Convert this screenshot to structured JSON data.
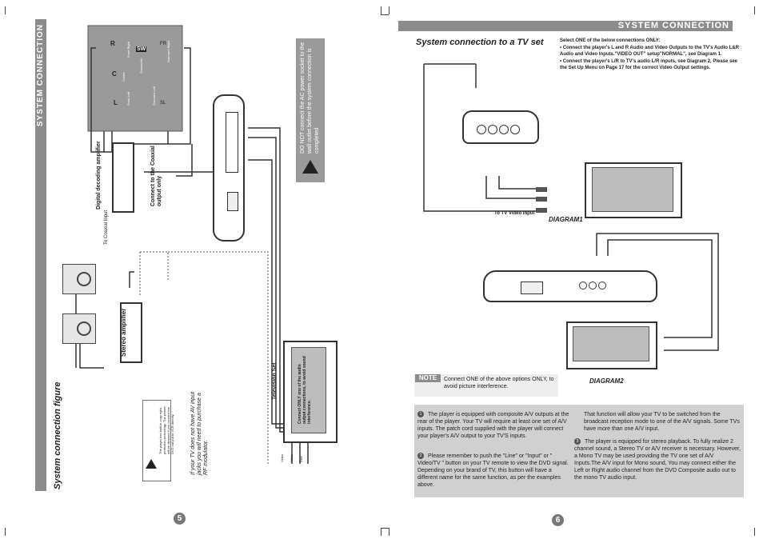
{
  "left_page": {
    "header": "SYSTEM CONNECTION",
    "figure_title": "System connection figure",
    "digital_amp_label": "Digital decoding amplifier",
    "coaxial_input_label": "To  Coaxial  Input",
    "coaxial_note": "Connect to the Coaxial output only",
    "stereo_amp_label": "Stereo amplifier",
    "tv_label": "Television Set",
    "tv_screen_text": "Connect ONLY one of the audio output connections, to avoid sound interference.",
    "tv_inputs": [
      "Video",
      "White",
      "Red"
    ],
    "ac_warning": "DO NOT connect the AC power socket to the wall outlet before the system connection is completed",
    "copy_protect_note": "The player has built-in copy right protection technology. The picture will be dimmed if you connect the DVD out put to VCR directly.",
    "rf_note": "If your TV does not have AV input jacks you will need to purchase a RF modulator.",
    "speakers": [
      "R",
      "SW",
      "FR",
      "C",
      "L",
      "SL",
      "Front Right",
      "Subwoofer",
      "Surround Right",
      "Center",
      "Front Left",
      "Surround Left"
    ],
    "page_number": "5"
  },
  "right_page": {
    "header": "SYSTEM CONNECTION",
    "title": "System connection to a TV set",
    "instructions": [
      "Select ONE of the below connections ONLY:",
      "• Connect the player's L and R Audio and Video Outputs to the TV's Audio L&R Audio and Video Inputs.\"VIDEO OUT\" setup\"NORMAL\", see Diagram 1.",
      "• Connect the player's L/R to TV's audio L/R inputs, see Diagram 2, Please see the Set Up Menu on Page 17 for the correct Video Output settings."
    ],
    "tv_video_input_label": "To TV Video Input",
    "diagram1": "DIAGRAM1",
    "diagram2": "DIAGRAM2",
    "note_label": "NOTE",
    "note_text": "Connect ONE of the above options ONLY, to avoid picture interference.",
    "paragraphs": [
      {
        "num": "1",
        "text": "The player is equipped with composite A/V outputs at the rear of the player. Your TV will require at least one set of A/V inputs. The patch cord supplied with the player will connect your player's A/V output to your TV'S inputs."
      },
      {
        "num": "2",
        "text": "Please remember to push the \"Line\" or \"Input\" or \" Video/TV \" button on your TV remote to view the DVD signal. Depending on your brand of TV, this button will have a different name for the same function, as per the examples above."
      },
      {
        "num": "",
        "text": "That function will allow your TV to be switched from the broadcast reception mode to one of the A/V signals. Some TVs have more than one A/V input."
      },
      {
        "num": "3",
        "text": "The player is equipped for stereo playback. To fully realize 2 channel sound, a Stereo TV or A/V receiver is necessary. However, a Mono TV may be used providing the TV one set of A/V Inputs.The A/V input for Mono sound, You may connect either the Left or Right audio channel from the DVD Composite audio out to the mono TV audio input."
      }
    ],
    "page_number": "6"
  }
}
